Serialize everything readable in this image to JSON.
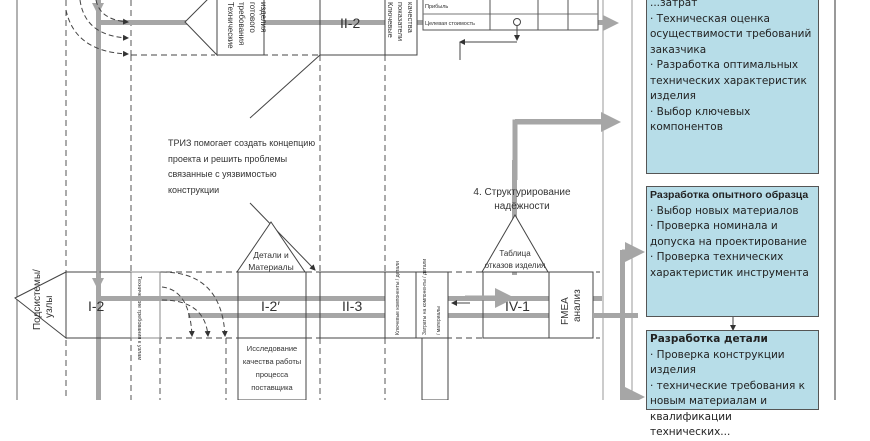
{
  "diagram": {
    "top_block": {
      "tech_req_label": "Технические требования готового изделия",
      "stage_label": "II-2",
      "key_quality_label": "Ключевые показатели качества",
      "table_rows": [
        "Прибыль",
        "Целевая стоимость"
      ]
    },
    "triz_note": "ТРИЗ помогает создать концепцию проекта и решить проблемы связанные с уязвимостью конструкции",
    "reliability_title": "4. Структурирование надёжности",
    "failure_table_label": "Таблица отказов изделия",
    "details_materials_label": "Детали и Материалы",
    "bottom_block": {
      "subsystems_label": "Подсистемы/ узлы",
      "stage_i2": "I-2",
      "tech_req_units": "Технические требования к узлам",
      "stage_i2prime": "I-2′",
      "supplier_study": "Исследование качества работы процесса поставщика",
      "stage_ii3": "II-3",
      "key_units_label": "Ключевые компоненты / детали",
      "costs_label": "Затраты на компоненты / детали / материалы",
      "stage_iv1": "IV-1",
      "fmea_label": "FMEA анализ"
    },
    "panels": [
      {
        "title": "",
        "items": [
          "...затрат",
          "· Техническая оценка осуществимости требований заказчика",
          "· Разработка оптимальных технических характеристик изделия",
          "· Выбор ключевых компонентов"
        ]
      },
      {
        "title": "Разработка опытного образца",
        "items": [
          "· Выбор новых материалов",
          "· Проверка номинала и допуска на проектирование",
          "· Проверка технических характеристик инструмента"
        ]
      },
      {
        "title": "Разработка детали",
        "items": [
          "· Проверка конструкции изделия",
          "· технические требования к новым материалам и квалификации технических..."
        ]
      }
    ],
    "colors": {
      "panel_fill": "#b7dde8",
      "flow_gray": "#a6a6a6",
      "line": "#333333"
    }
  }
}
